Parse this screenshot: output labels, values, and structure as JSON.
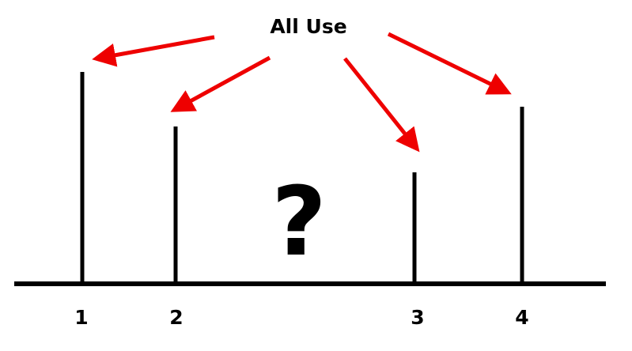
{
  "title": "All Use",
  "unknown_marker": "?",
  "positions": [
    {
      "label": "1"
    },
    {
      "label": "2"
    },
    {
      "label": "3"
    },
    {
      "label": "4"
    }
  ],
  "colors": {
    "arrow": "#ee0000",
    "line": "#000000",
    "background": "#ffffff"
  },
  "icons": {
    "pointer": "red-arrow-icon"
  }
}
